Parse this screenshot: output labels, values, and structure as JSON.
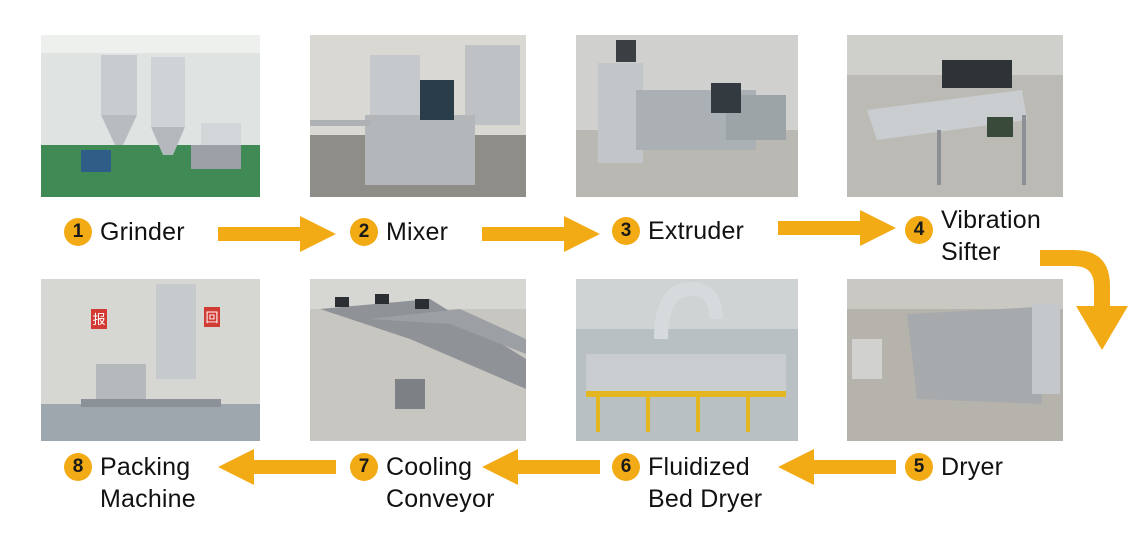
{
  "accent_color": "#f2ab14",
  "steps": [
    {
      "number": "1",
      "label": "Grinder"
    },
    {
      "number": "2",
      "label": "Mixer"
    },
    {
      "number": "3",
      "label": "Extruder"
    },
    {
      "number": "4",
      "label_line1": "Vibration",
      "label_line2": "Sifter"
    },
    {
      "number": "5",
      "label": "Dryer"
    },
    {
      "number": "6",
      "label_line1": "Fluidized",
      "label_line2": "Bed Dryer"
    },
    {
      "number": "7",
      "label_line1": "Cooling",
      "label_line2": "Conveyor"
    },
    {
      "number": "8",
      "label_line1": "Packing",
      "label_line2": "Machine"
    }
  ],
  "photos": [
    {
      "name": "grinder-photo"
    },
    {
      "name": "mixer-photo"
    },
    {
      "name": "extruder-photo"
    },
    {
      "name": "vibration-sifter-photo"
    },
    {
      "name": "dryer-photo"
    },
    {
      "name": "fluidized-bed-dryer-photo"
    },
    {
      "name": "cooling-conveyor-photo"
    },
    {
      "name": "packing-machine-photo"
    }
  ],
  "photo_signs": {
    "left": "报",
    "right": "回"
  }
}
